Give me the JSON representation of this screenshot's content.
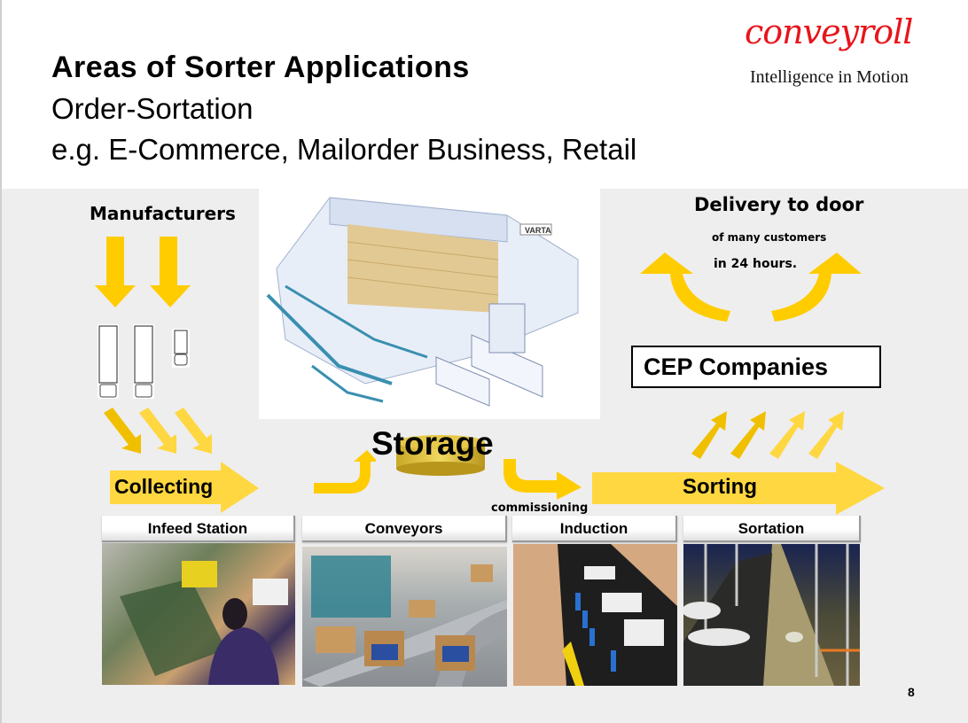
{
  "slide": {
    "title": "Areas of Sorter Applications",
    "subtitle_line1": "Order-Sortation",
    "subtitle_line2": "e.g. E-Commerce, Mailorder Business, Retail",
    "page_number": "8"
  },
  "logo": {
    "brand": "conveyroll",
    "tagline": "Intelligence in Motion",
    "brand_color": "#e8141b"
  },
  "diagram": {
    "manufacturers_label": "Manufacturers",
    "delivery_title": "Delivery to door",
    "delivery_line2": "of many customers",
    "delivery_line3": "in 24 hours.",
    "cep_label": "CEP Companies",
    "storage_label": "Storage",
    "commissioning_label": "commissioning",
    "collecting_label": "Collecting",
    "sorting_label": "Sorting",
    "warehouse_sign": "VARTA",
    "arrow_color": "#ffcc00",
    "arrow_light_color": "#ffd740"
  },
  "stations": [
    {
      "label": "Infeed Station",
      "image": "infeed-station-photo"
    },
    {
      "label": "Conveyors",
      "image": "conveyors-photo"
    },
    {
      "label": "Induction",
      "image": "induction-photo"
    },
    {
      "label": "Sortation",
      "image": "sortation-photo"
    }
  ]
}
